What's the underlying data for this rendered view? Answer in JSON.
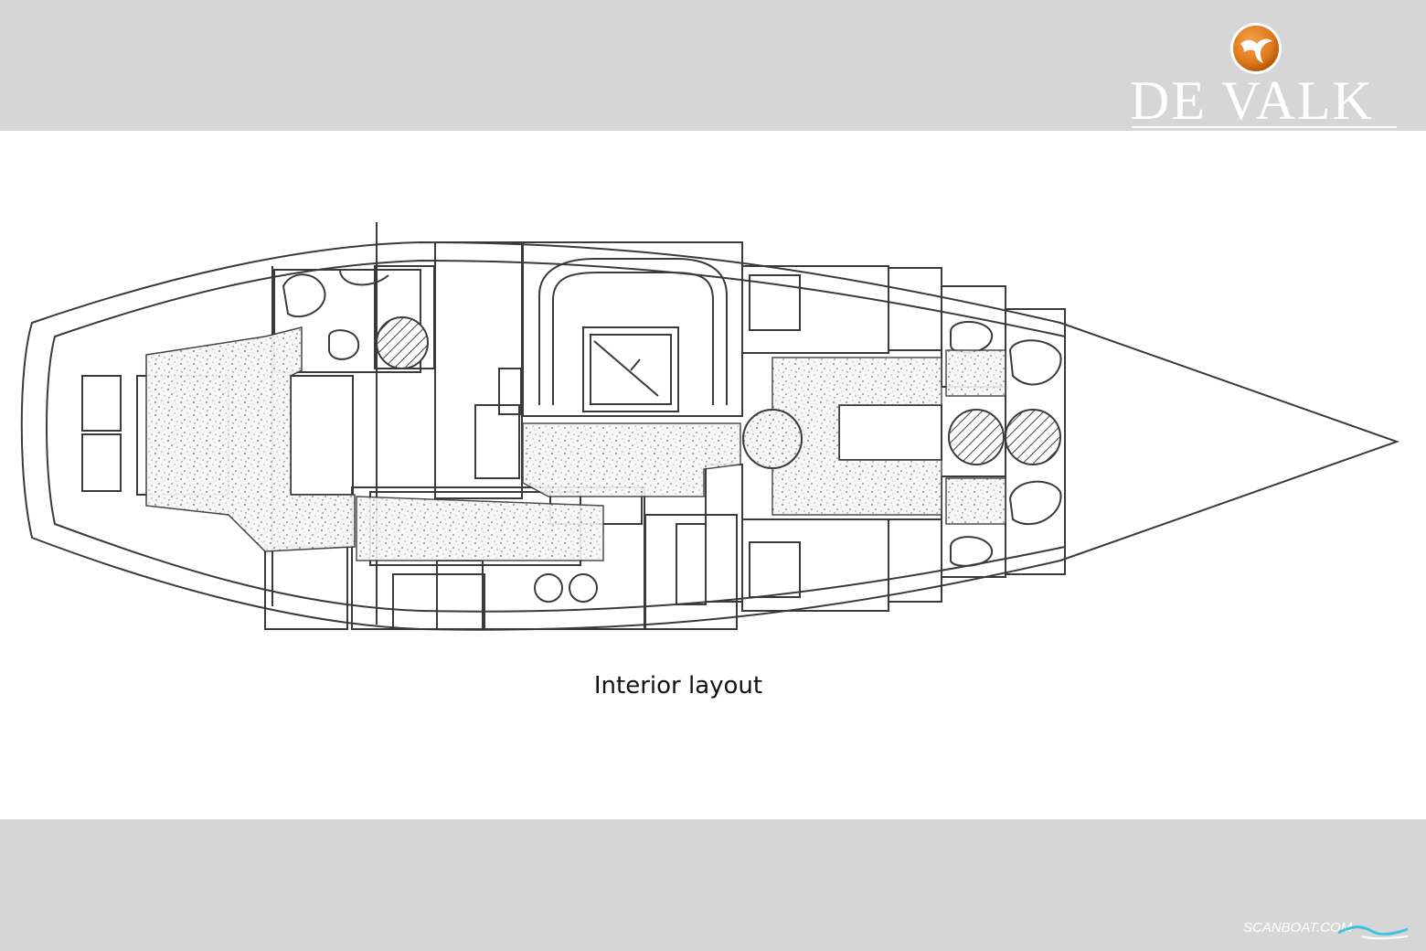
{
  "header": {
    "logo_text": "DE VALK",
    "logo_icon": "hawk-emblem-icon",
    "logo_color": "#e8801e"
  },
  "main": {
    "drawing": "boat-interior-plan",
    "caption": "Interior layout"
  },
  "footer": {
    "watermark_text": "SCANBOAT.COM",
    "watermark_color": "#3ec3e0"
  }
}
